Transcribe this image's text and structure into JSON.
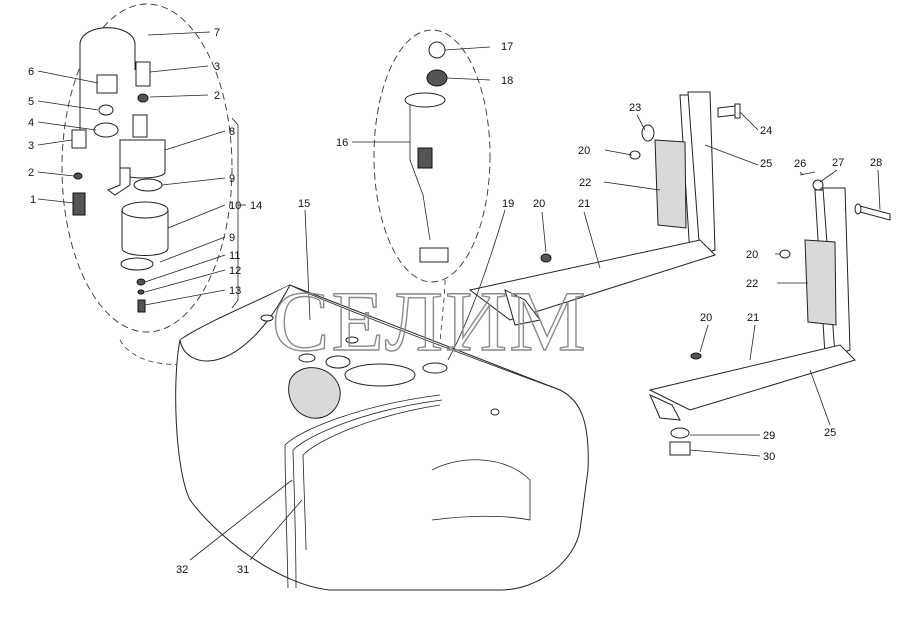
{
  "callouts": [
    "1",
    "2",
    "3",
    "4",
    "5",
    "6",
    "7",
    "3",
    "2",
    "8",
    "9",
    "10",
    "14",
    "9",
    "11",
    "12",
    "13",
    "15",
    "16",
    "17",
    "18",
    "19",
    "20",
    "21",
    "22",
    "23",
    "24",
    "25",
    "20",
    "26",
    "27",
    "28",
    "20",
    "22",
    "20",
    "21",
    "25",
    "29",
    "30",
    "32",
    "31"
  ],
  "watermark": "СЕЛИМ"
}
